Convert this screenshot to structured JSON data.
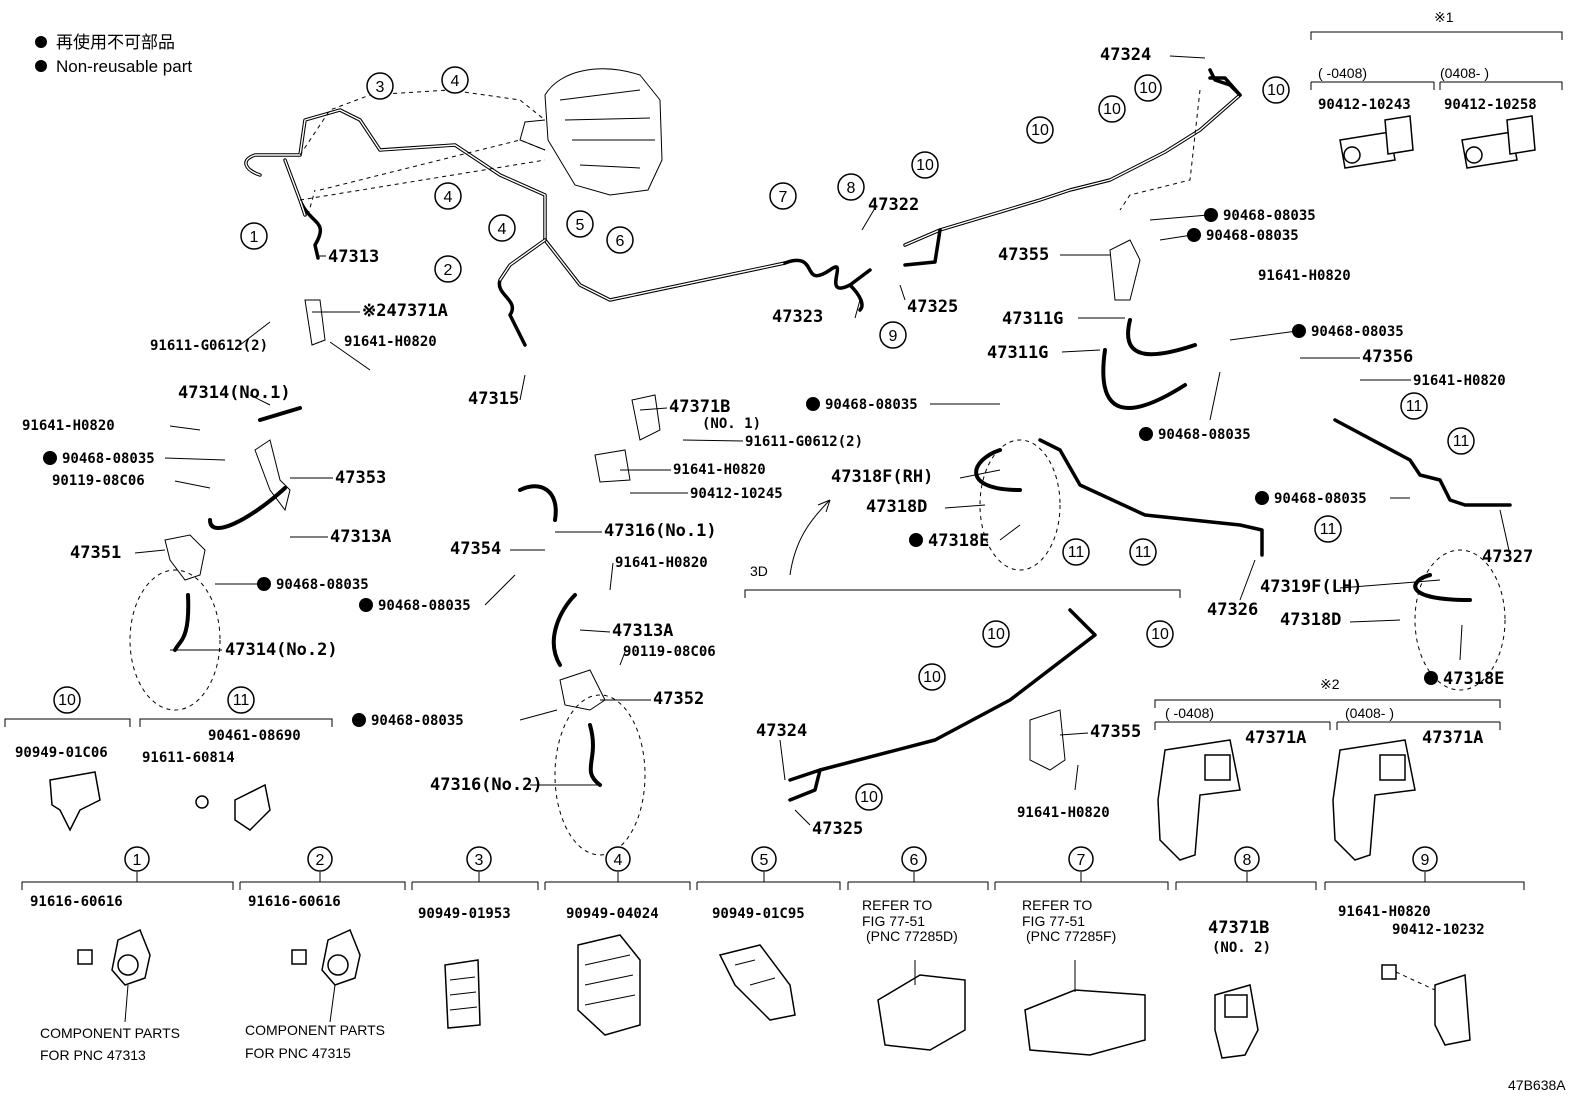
{
  "legend": {
    "jp": "再使用不可部品",
    "en": "Non-reusable part"
  },
  "diagram_id": "47B638A",
  "labels": [
    {
      "id": "l47313",
      "text": "47313"
    },
    {
      "id": "l47371A_top",
      "text": "※247371A"
    },
    {
      "id": "l91611_left",
      "text": "91611-G0612(2)"
    },
    {
      "id": "l91641_a",
      "text": "91641-H0820"
    },
    {
      "id": "l47314_no1",
      "text": "47314(No.1)"
    },
    {
      "id": "l91641_b",
      "text": "91641-H0820"
    },
    {
      "id": "l90468_a",
      "text": "90468-08035",
      "np": true
    },
    {
      "id": "l90119_a",
      "text": "90119-08C06"
    },
    {
      "id": "l47353",
      "text": "47353"
    },
    {
      "id": "l47313A_a",
      "text": "47313A"
    },
    {
      "id": "l47351",
      "text": "47351"
    },
    {
      "id": "l90468_b",
      "text": "90468-08035",
      "np": true
    },
    {
      "id": "l47314_no2",
      "text": "47314(No.2)"
    },
    {
      "id": "l47315",
      "text": "47315"
    },
    {
      "id": "l47371B",
      "text": "47371B"
    },
    {
      "id": "l47371B_no1",
      "text": "(NO. 1)"
    },
    {
      "id": "l91611_mid",
      "text": "91611-G0612(2)"
    },
    {
      "id": "l91641_c",
      "text": "91641-H0820"
    },
    {
      "id": "l90412_10245",
      "text": "90412-10245"
    },
    {
      "id": "l47316_no1",
      "text": "47316(No.1)"
    },
    {
      "id": "l47354",
      "text": "47354"
    },
    {
      "id": "l91641_d",
      "text": "91641-H0820"
    },
    {
      "id": "l90468_c",
      "text": "90468-08035",
      "np": true
    },
    {
      "id": "l47313A_b",
      "text": "47313A"
    },
    {
      "id": "l90119_b",
      "text": "90119-08C06"
    },
    {
      "id": "l47352",
      "text": "47352"
    },
    {
      "id": "l90468_d",
      "text": "90468-08035",
      "np": true
    },
    {
      "id": "l47316_no2",
      "text": "47316(No.2)"
    },
    {
      "id": "l47322",
      "text": "47322"
    },
    {
      "id": "l47323",
      "text": "47323"
    },
    {
      "id": "l47325_top",
      "text": "47325"
    },
    {
      "id": "l47324_top",
      "text": "47324"
    },
    {
      "id": "l90468_e",
      "text": "90468-08035",
      "np": true
    },
    {
      "id": "l90468_f",
      "text": "90468-08035",
      "np": true
    },
    {
      "id": "l47355_top",
      "text": "47355"
    },
    {
      "id": "l91641_e",
      "text": "91641-H0820"
    },
    {
      "id": "l47311G_a",
      "text": "47311G"
    },
    {
      "id": "l47311G_b",
      "text": "47311G"
    },
    {
      "id": "l90468_g",
      "text": "90468-08035",
      "np": true
    },
    {
      "id": "l47356",
      "text": "47356"
    },
    {
      "id": "l91641_f",
      "text": "91641-H0820"
    },
    {
      "id": "l90468_h",
      "text": "90468-08035",
      "np": true
    },
    {
      "id": "l90468_i",
      "text": "90468-08035",
      "np": true
    },
    {
      "id": "l47318F",
      "text": "47318F(RH)"
    },
    {
      "id": "l47318D_a",
      "text": "47318D"
    },
    {
      "id": "l47318E_a",
      "text": "47318E",
      "np": true
    },
    {
      "id": "l90468_j",
      "text": "90468-08035",
      "np": true
    },
    {
      "id": "l47327",
      "text": "47327"
    },
    {
      "id": "l47319F",
      "text": "47319F(LH)"
    },
    {
      "id": "l47326",
      "text": "47326"
    },
    {
      "id": "l47318D_b",
      "text": "47318D"
    },
    {
      "id": "l47318E_b",
      "text": "47318E",
      "np": true
    },
    {
      "id": "l3D",
      "text": "3D"
    },
    {
      "id": "l47324_3d",
      "text": "47324"
    },
    {
      "id": "l47325_3d",
      "text": "47325"
    },
    {
      "id": "l47355_3d",
      "text": "47355"
    },
    {
      "id": "l91641_3d",
      "text": "91641-H0820"
    }
  ],
  "note1": {
    "mark": "※1",
    "cols": [
      {
        "range": "(      -0408)",
        "part": "90412-10243"
      },
      {
        "range": "(0408-        )",
        "part": "90412-10258"
      }
    ]
  },
  "note2": {
    "mark": "※2",
    "cols": [
      {
        "range": "(      -0408)",
        "part": "47371A"
      },
      {
        "range": "(0408-        )",
        "part": "47371A"
      }
    ]
  },
  "clamp10": {
    "num": "10",
    "part": "90949-01C06"
  },
  "clamp11": {
    "num": "11",
    "parts": [
      "90461-08690",
      "91611-60814"
    ]
  },
  "bottom": [
    {
      "num": "1",
      "parts": [
        "91616-60616"
      ],
      "caption": [
        "COMPONENT PARTS",
        "FOR PNC 47313"
      ]
    },
    {
      "num": "2",
      "parts": [
        "91616-60616"
      ],
      "caption": [
        "COMPONENT PARTS",
        "FOR PNC 47315"
      ]
    },
    {
      "num": "3",
      "parts": [
        "90949-01953"
      ],
      "caption": []
    },
    {
      "num": "4",
      "parts": [
        "90949-04024"
      ],
      "caption": []
    },
    {
      "num": "5",
      "parts": [
        "90949-01C95"
      ],
      "caption": []
    },
    {
      "num": "6",
      "parts": [
        "REFER TO",
        "FIG 77-51",
        "(PNC 77285D)"
      ],
      "caption": []
    },
    {
      "num": "7",
      "parts": [
        "REFER TO",
        "FIG 77-51",
        "(PNC 77285F)"
      ],
      "caption": []
    },
    {
      "num": "8",
      "parts": [
        "47371B",
        "(NO. 2)"
      ],
      "caption": []
    },
    {
      "num": "9",
      "parts": [
        "91641-H0820",
        "90412-10232"
      ],
      "caption": []
    }
  ],
  "callouts": [
    "1",
    "2",
    "3",
    "4",
    "4",
    "4",
    "5",
    "6",
    "7",
    "8",
    "9",
    "10",
    "10",
    "10",
    "10",
    "10",
    "10",
    "11",
    "11",
    "11",
    "11",
    "11",
    "10",
    "10",
    "10",
    "10"
  ]
}
